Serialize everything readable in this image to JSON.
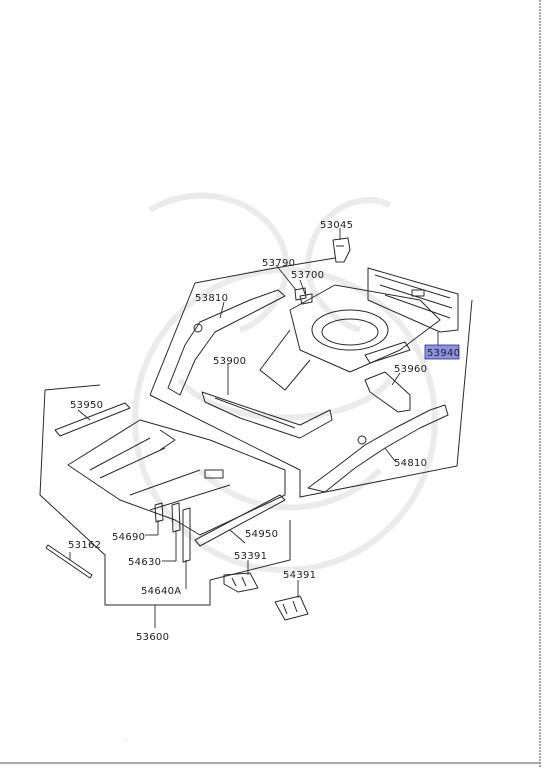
{
  "diagram": {
    "part_labels": {
      "p53045": "53045",
      "p53790": "53790",
      "p53700": "53700",
      "p53810": "53810",
      "p53900": "53900",
      "p53940": "53940",
      "p53960": "53960",
      "p54810": "54810",
      "p53950": "53950",
      "p54690": "54690",
      "p54630": "54630",
      "p54640a": "54640A",
      "p54950": "54950",
      "p53391": "53391",
      "p54391": "54391",
      "p53162": "53162",
      "p53600": "53600"
    },
    "highlighted_part": "53940",
    "colors": {
      "highlight_fill": "#8f8fe6",
      "line": "#2a2a2a",
      "watermark": "#e9e9e9",
      "right_border": "#555555"
    }
  }
}
